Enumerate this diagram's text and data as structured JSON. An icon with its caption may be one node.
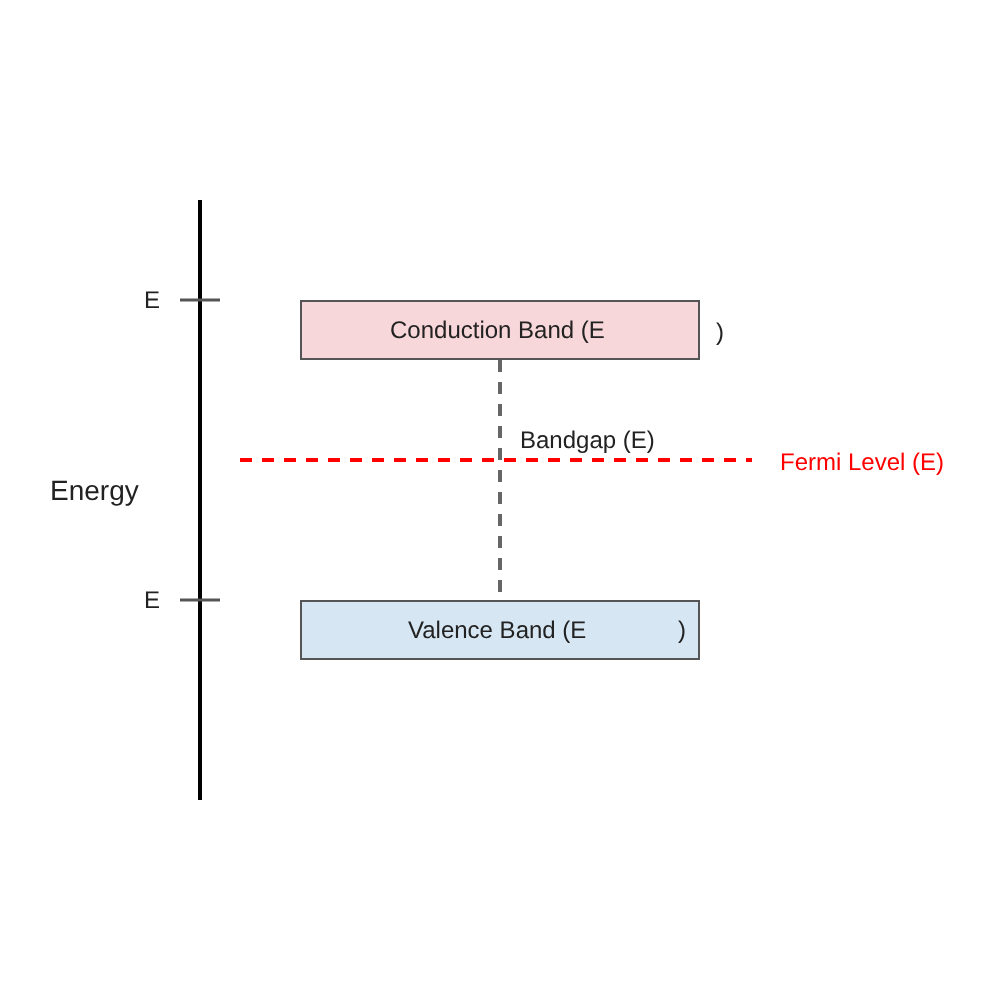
{
  "diagram": {
    "nodes": [
      {
        "text": [
          "Conduction Band (E"
        ],
        "beside": [
          ")"
        ]
      },
      {
        "text": [
          "Valence Band (E",
          ")"
        ]
      }
    ],
    "edges": [
      {
        "from": 0,
        "to": 1,
        "arrow": "none",
        "style": "dashed",
        "label": "Bandgap (E)"
      }
    ],
    "labels": [
      "E",
      "Fermi Level (E)",
      "Energy",
      "E"
    ]
  }
}
